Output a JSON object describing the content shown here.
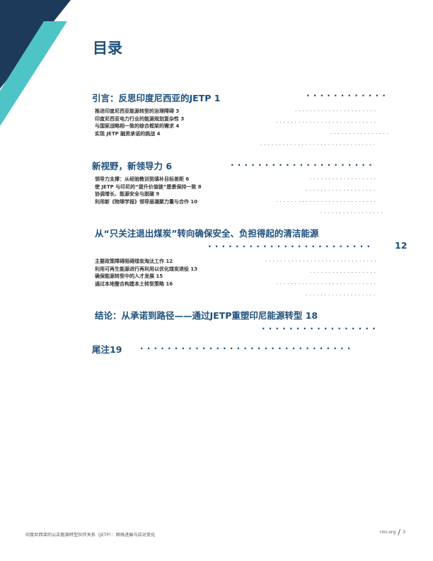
{
  "title": "目录",
  "sections": [
    {
      "heading": "引言：反思印度尼西亚的JETP 1",
      "items": [
        "推进印度尼西亚能源转型的治理障碍 3",
        "印度尼西亚电力行业的能源规划复杂性 3",
        "与国家战略相一致的综合框架的需求 4",
        "实现 JETP 融资承诺的挑战 4"
      ]
    },
    {
      "heading": "新视野，新领导力 6",
      "items": [
        "领导力支撑：从经验教训到填补目标差距 6",
        "使 JETP 与印尼的“提升价值链”愿景保持一致 8",
        "协调增长、能源安全与脱碳 9",
        "利用新《物理学报》领导层凝聚力量与合作 10"
      ]
    },
    {
      "heading": "从“只关注退出煤炭”转向确保安全、负担得起的清洁能源",
      "page": "12",
      "items": [
        "主要政策障碍阻碍煤炭淘汰工作 12",
        "利用可再生能源进行再利用以优化煤炭退役 13",
        "确保能源转型中的人才发展 15",
        "通过本地整合构建本土转型策略 16"
      ]
    },
    {
      "heading": "结论：从承诺到路径——通过JETP重塑印尼能源转型 18",
      "items": []
    },
    {
      "heading": "尾注19",
      "items": []
    }
  ],
  "footer": {
    "left": "印度尼西亚的公正能源转型伙伴关系（JETP）：困境进展与应对变化",
    "site": "rmi.org",
    "separator": "/",
    "page": "3"
  },
  "colors": {
    "navy": "#1d3a5a",
    "teal": "#4fc4c6",
    "heading": "#1d4f7c"
  }
}
